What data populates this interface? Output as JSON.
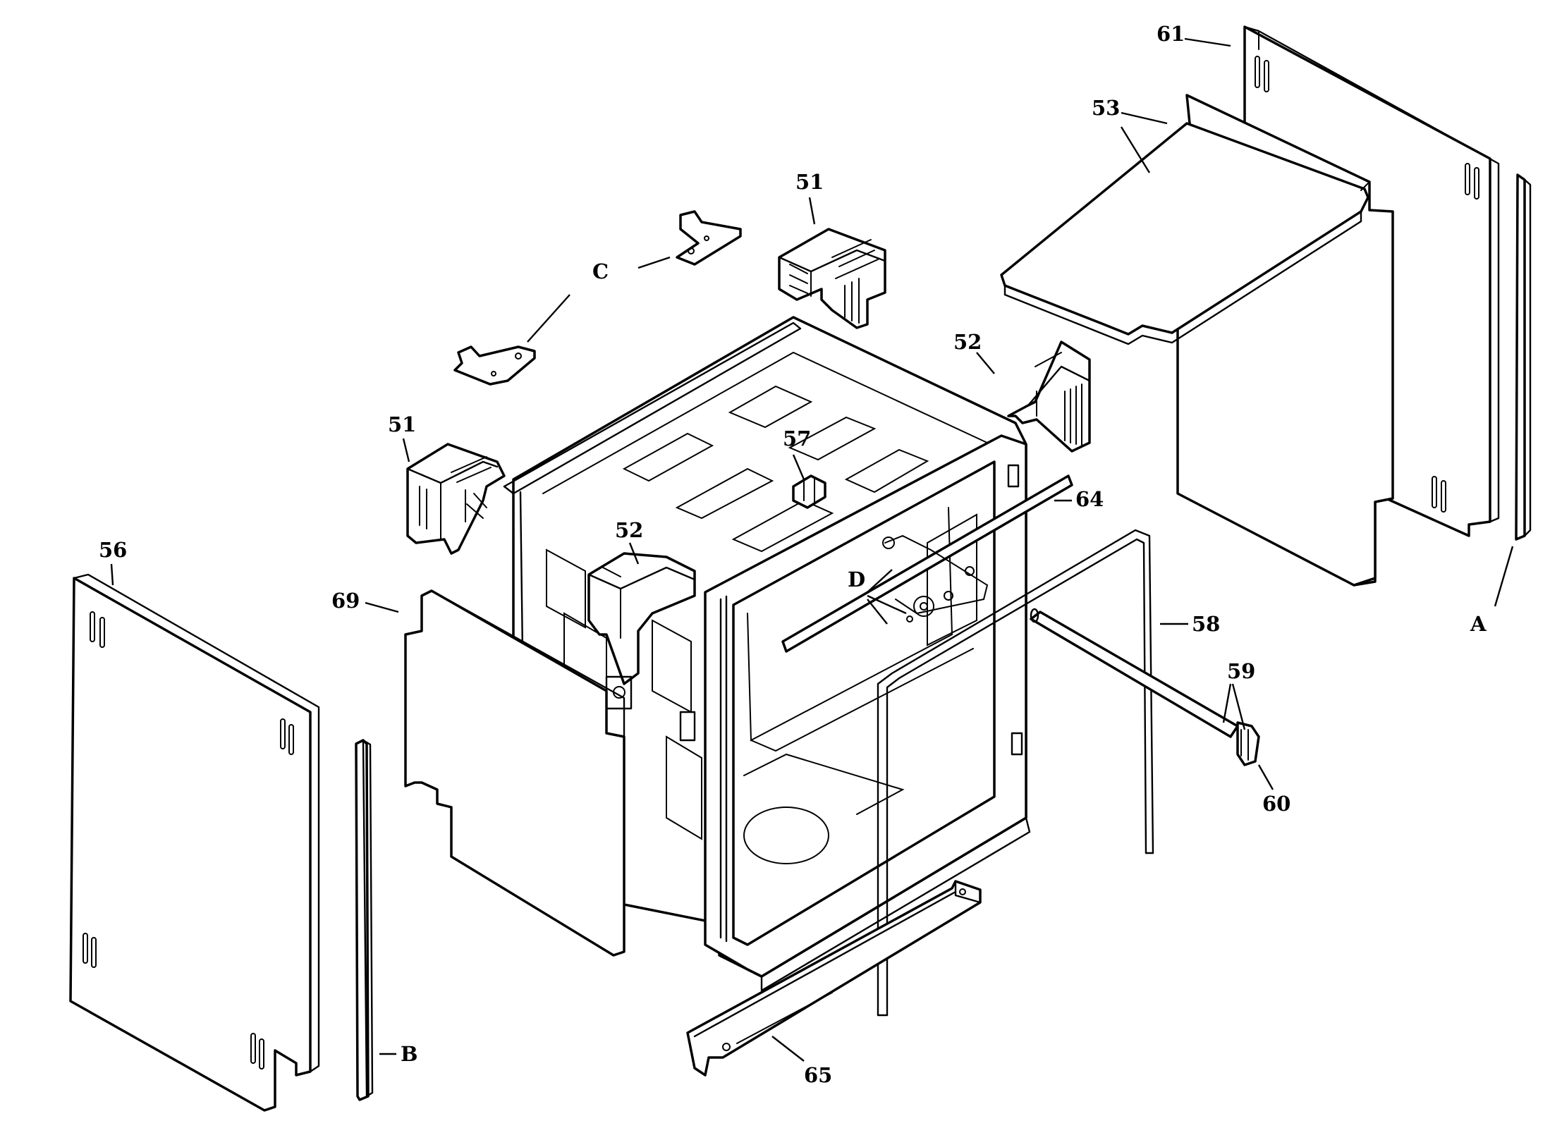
{
  "diagram": {
    "type": "exploded-parts-view",
    "line_color": "#000000",
    "background": "#ffffff"
  },
  "callouts": {
    "c61": "61",
    "c53": "53",
    "c51_top": "51",
    "c_c": "C",
    "c52_right": "52",
    "c51_left": "51",
    "c57": "57",
    "c64": "64",
    "c56": "56",
    "c52_center": "52",
    "c69": "69",
    "c_d": "D",
    "c58": "58",
    "c_a": "A",
    "c59": "59",
    "c60": "60",
    "c_b": "B",
    "c65": "65"
  }
}
